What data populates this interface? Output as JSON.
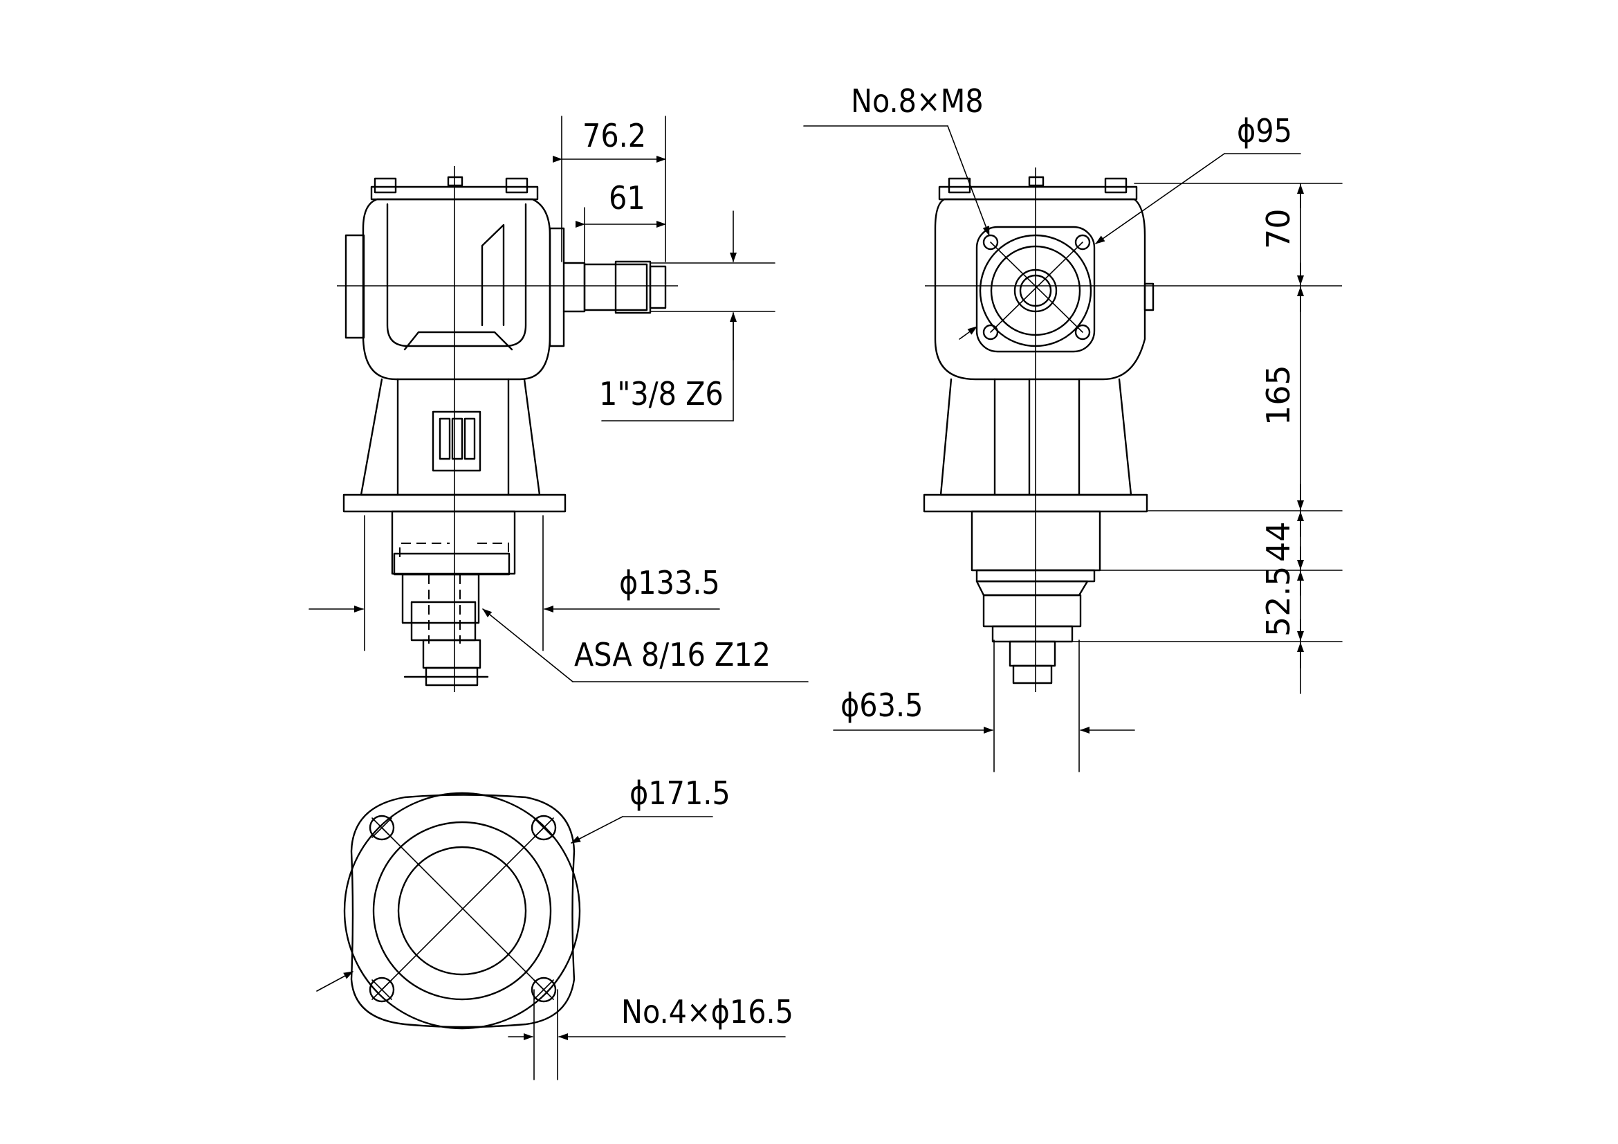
{
  "dimensions": {
    "shaft_length_total": "76.2",
    "shaft_length_spline": "61",
    "input_spline": "1\"3/8 Z6",
    "flange_diameter": "ϕ133.5",
    "output_spline": "ASA 8/16 Z12",
    "bolts_top": "No.8×M8",
    "bolt_circle": "ϕ95",
    "height_70": "70",
    "height_165": "165",
    "height_44": "44",
    "height_52_5": "52.5",
    "output_diameter": "ϕ63.5",
    "base_diameter": "ϕ171.5",
    "base_holes": "No.4×ϕ16.5"
  }
}
